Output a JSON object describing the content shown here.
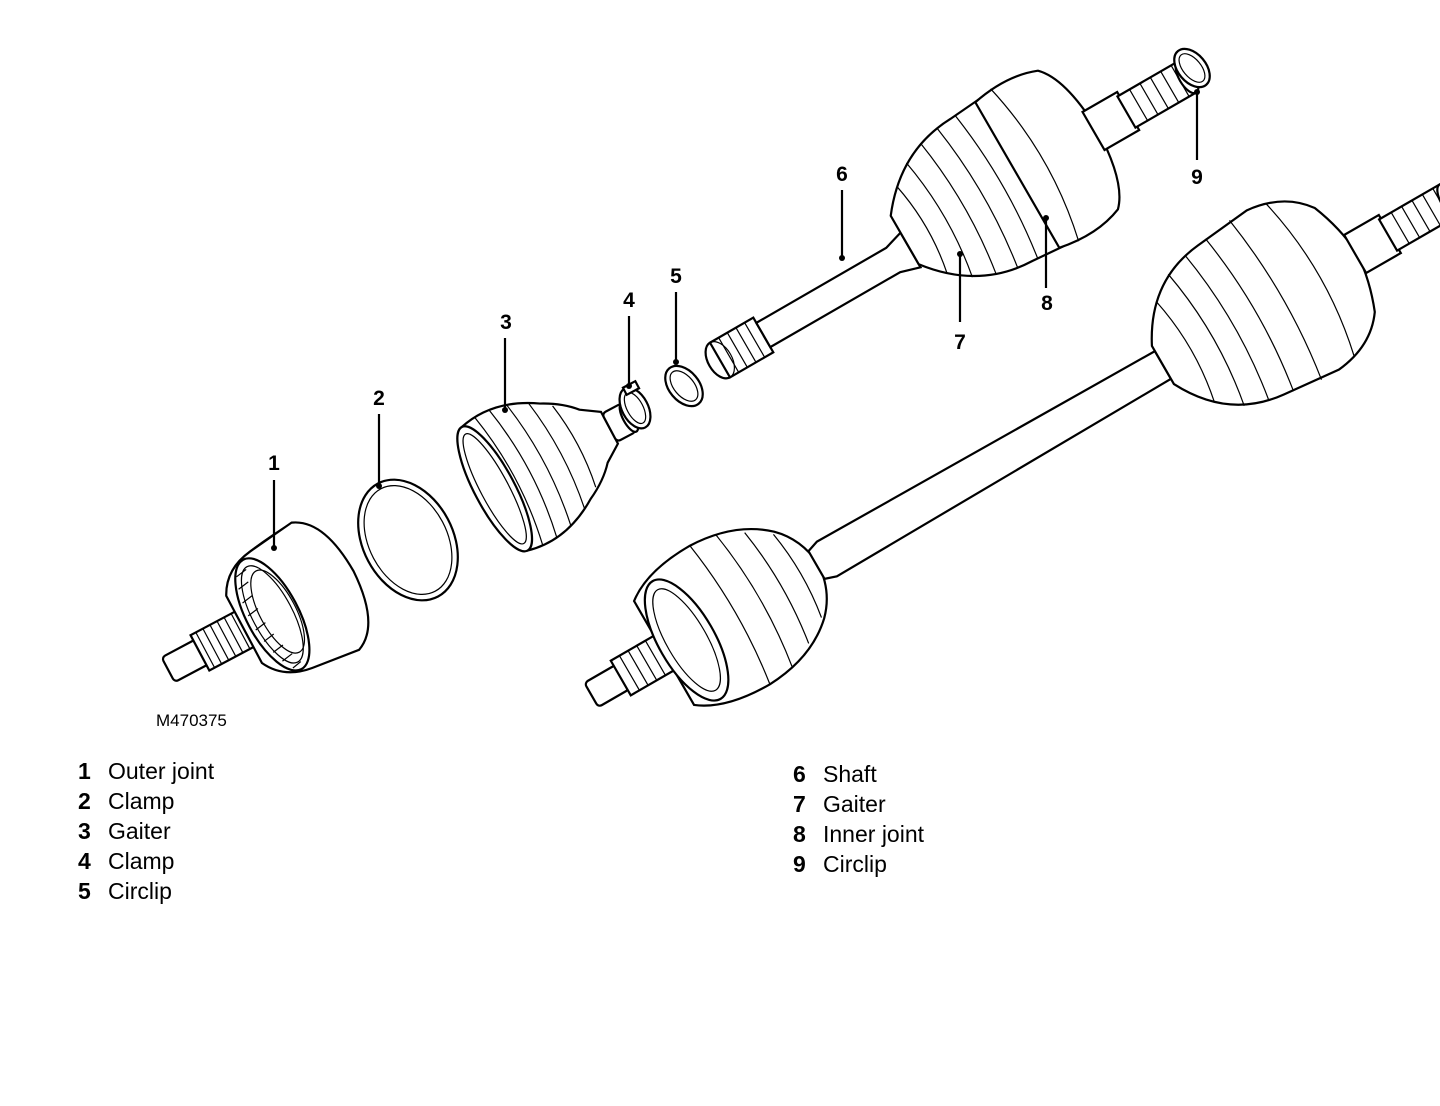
{
  "figure": {
    "code": "M470375",
    "callouts": [
      "1",
      "2",
      "3",
      "4",
      "5",
      "6",
      "7",
      "8",
      "9"
    ]
  },
  "legend": {
    "left": [
      {
        "num": "1",
        "label": "Outer joint"
      },
      {
        "num": "2",
        "label": "Clamp"
      },
      {
        "num": "3",
        "label": "Gaiter"
      },
      {
        "num": "4",
        "label": "Clamp"
      },
      {
        "num": "5",
        "label": "Circlip"
      }
    ],
    "right": [
      {
        "num": "6",
        "label": "Shaft"
      },
      {
        "num": "7",
        "label": "Gaiter"
      },
      {
        "num": "8",
        "label": "Inner joint"
      },
      {
        "num": "9",
        "label": "Circlip"
      }
    ]
  },
  "icons": [
    "outer-joint-icon",
    "clamp-ring-icon",
    "gaiter-icon",
    "small-clamp-icon",
    "circlip-icon",
    "shaft-icon",
    "inner-joint-icon",
    "assembled-driveshaft-icon"
  ]
}
